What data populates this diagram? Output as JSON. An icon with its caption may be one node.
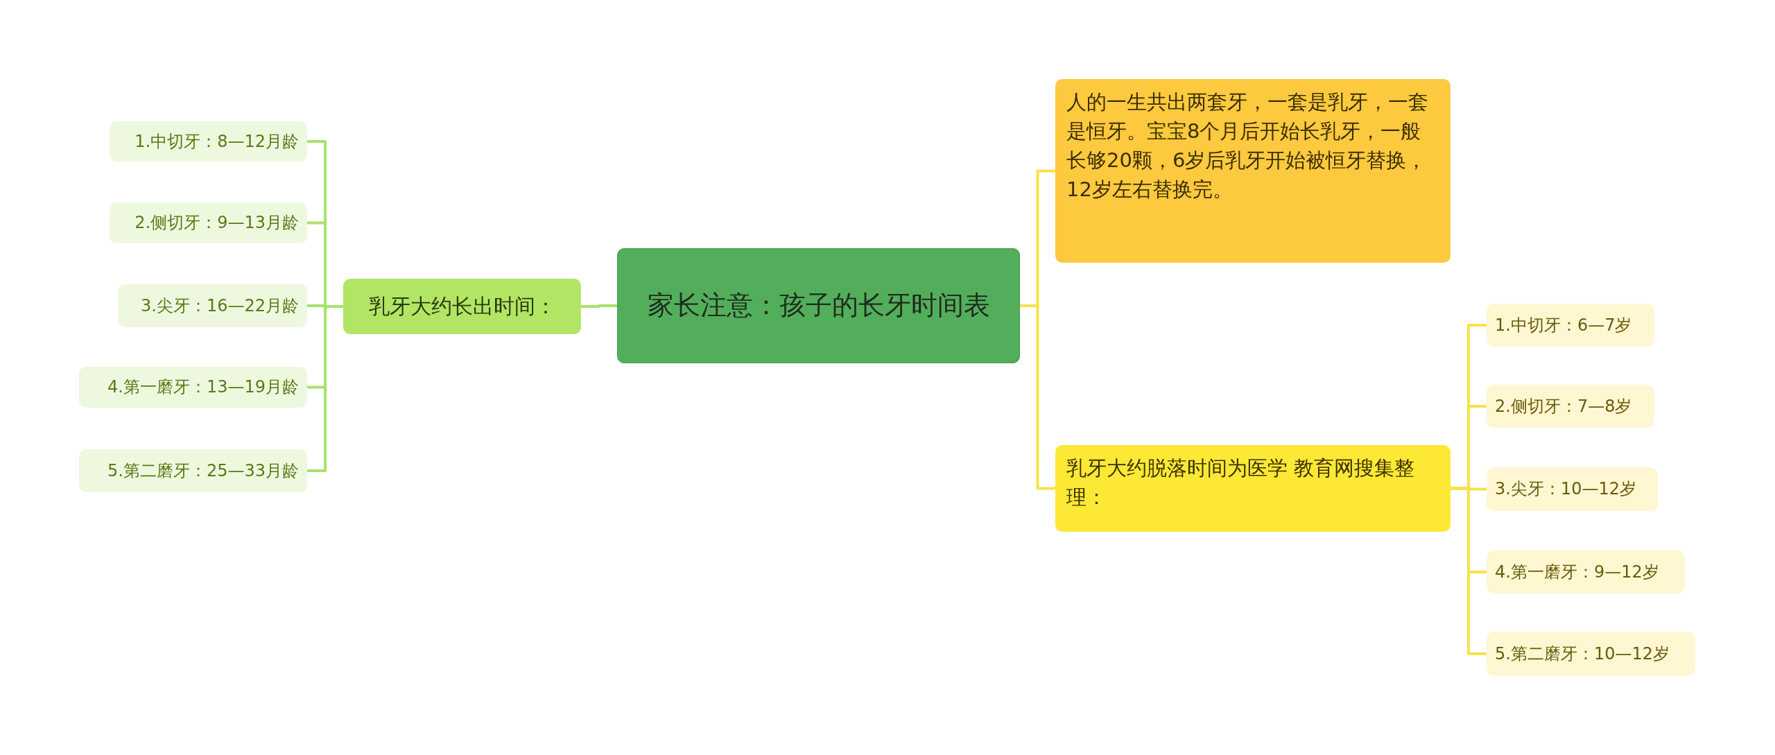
{
  "diagram": {
    "nodes": [
      {
        "text": [
          "家长注意：孩子的长牙时间表"
        ]
      },
      {
        "text": [
          "乳牙大约长出时间："
        ]
      },
      {
        "text": [
          "1.中切牙：8—12月龄"
        ]
      },
      {
        "text": [
          "2.侧切牙：9—13月龄"
        ]
      },
      {
        "text": [
          "3.尖牙：16—22月龄"
        ]
      },
      {
        "text": [
          "4.第一磨牙：13—19月龄"
        ]
      },
      {
        "text": [
          "5.第二磨牙：25—33月龄"
        ]
      },
      {
        "text": [
          "人的一生共出两套牙，一套是乳牙，一套是恒牙。宝宝8个月后开始长乳牙，一般长够20颗，6岁后乳牙开始被恒牙替换，12岁左右替换完。"
        ]
      },
      {
        "text": [
          "乳牙大约脱落时间为医学 教育网搜集整理："
        ]
      },
      {
        "text": [
          "1.中切牙：6—7岁"
        ]
      },
      {
        "text": [
          "2.侧切牙：7—8岁"
        ]
      },
      {
        "text": [
          "3.尖牙：10—12岁"
        ]
      },
      {
        "text": [
          "4.第一磨牙：9—12岁"
        ]
      },
      {
        "text": [
          "5.第二磨牙：10—12岁"
        ]
      }
    ],
    "edges": [
      {
        "from": 0,
        "to": 1,
        "arrow": "none",
        "color": "#a8e26a"
      },
      {
        "from": 1,
        "to": 2,
        "arrow": "none",
        "color": "#a8e26a"
      },
      {
        "from": 1,
        "to": 3,
        "arrow": "none",
        "color": "#a8e26a"
      },
      {
        "from": 1,
        "to": 4,
        "arrow": "none",
        "color": "#a8e26a"
      },
      {
        "from": 1,
        "to": 5,
        "arrow": "none",
        "color": "#a8e26a"
      },
      {
        "from": 1,
        "to": 6,
        "arrow": "none",
        "color": "#a8e26a"
      },
      {
        "from": 0,
        "to": 7,
        "arrow": "none"
      },
      {
        "from": 0,
        "to": 8,
        "arrow": "none"
      },
      {
        "from": 8,
        "to": 9,
        "arrow": "none"
      },
      {
        "from": 8,
        "to": 10,
        "arrow": "none"
      },
      {
        "from": 8,
        "to": 11,
        "arrow": "none"
      },
      {
        "from": 8,
        "to": 12,
        "arrow": "none"
      },
      {
        "from": 8,
        "to": 13,
        "arrow": "none"
      }
    ]
  }
}
